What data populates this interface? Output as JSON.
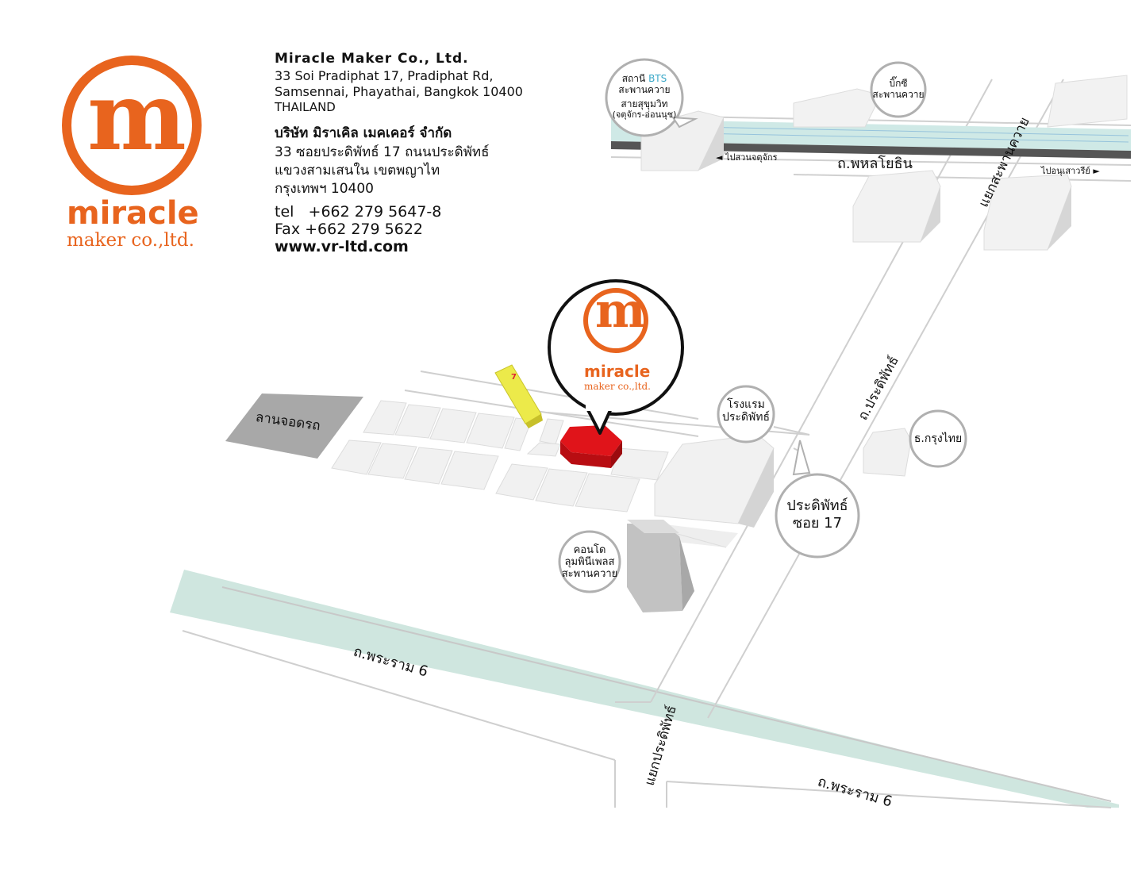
{
  "company": {
    "logo_word": "miracle",
    "logo_sub": "maker co.,ltd.",
    "logo_mark_letter": "m",
    "name_en": "Miracle Maker Co., Ltd.",
    "address_en_1": "33 Soi Pradiphat 17, Pradiphat Rd,",
    "address_en_2": "Samsennai, Phayathai, Bangkok 10400",
    "address_en_3": "THAILAND",
    "name_th": "บริษัท มิราเคิล เมคเคอร์ จำกัด",
    "address_th_1": "33 ซอยประดิพัทธ์ 17 ถนนประดิพัทธ์",
    "address_th_2": "แขวงสามเสนใน เขตพญาไท",
    "address_th_3": "กรุงเทพฯ 10400",
    "tel": "tel   +662 279 5647-8",
    "fax": "Fax +662 279 5622",
    "web": "www.vr-ltd.com"
  },
  "colors": {
    "brand": "#e8641e",
    "bts_line": "#cfe9e6",
    "highway": "#cfe6df",
    "office_block": "#e0141a",
    "seven_eleven": "#e8e040",
    "parking": "#a8a8a8",
    "building": "#f2f2f2",
    "callout_border": "#b0b0b0"
  },
  "map": {
    "bts_station": {
      "line1_pre": "สถานี ",
      "line1_bts": "BTS",
      "line2": "สะพานควาย",
      "line3": "สายสุขุมวิท",
      "line4": "(จตุจักร-อ่อนนุช)"
    },
    "big_c": {
      "line1": "บิ๊กซี",
      "line2": "สะพานควาย"
    },
    "to_chatuchak": "◄ ไปสวนจตุจักร",
    "phahonyothin_rd": "ถ.พหลโยธิน",
    "to_victory": "ไปอนุเสาวรีย์ ►",
    "saphan_khwai_junction": "แยกสะพานควาย",
    "pradiphat_rd": "ถ.ประดิพัทธ์",
    "parking_lot": "ลานจอดรถ",
    "seven_eleven_label": "7",
    "hotel": {
      "line1": "โรงแรม",
      "line2": "ประดิพัทธ์"
    },
    "krungthai": "ธ.กรุงไทย",
    "soi17": {
      "line1": "ประดิพัทธ์",
      "line2": "ซอย 17"
    },
    "condo": {
      "line1": "คอนโด",
      "line2": "ลุมพินีเพลส",
      "line3": "สะพานควาย"
    },
    "rama6_upper": "ถ.พระราม 6",
    "rama6_lower": "ถ.พระราม 6",
    "pradiphat_junction": "แยกประดิพัทธ์"
  }
}
